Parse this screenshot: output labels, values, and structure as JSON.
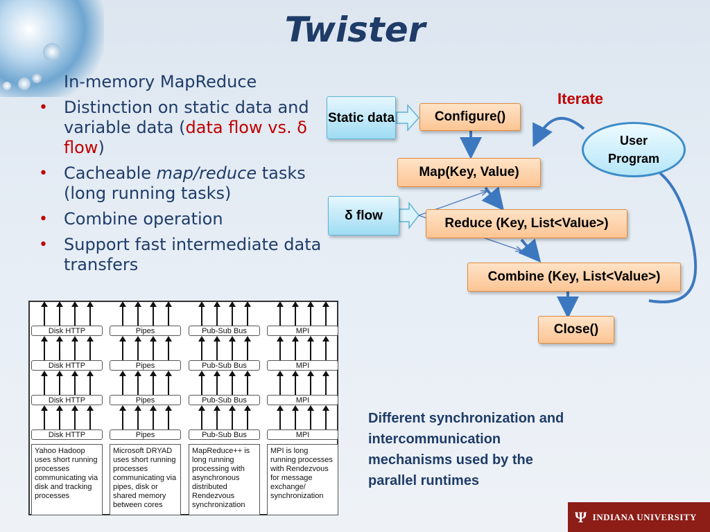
{
  "slide": {
    "title": "Twister",
    "bullets": [
      {
        "parts": [
          {
            "text": "In-memory MapReduce",
            "style": "normal"
          }
        ]
      },
      {
        "parts": [
          {
            "text": "Distinction on static data and variable data (",
            "style": "normal"
          },
          {
            "text": "data flow vs. δ flow",
            "style": "red"
          },
          {
            "text": ")",
            "style": "normal"
          }
        ]
      },
      {
        "parts": [
          {
            "text": "Cacheable ",
            "style": "normal"
          },
          {
            "text": "map/reduce",
            "style": "italic"
          },
          {
            "text": " tasks (long running tasks)",
            "style": "normal"
          }
        ]
      },
      {
        "parts": [
          {
            "text": "Combine operation",
            "style": "normal"
          }
        ]
      },
      {
        "parts": [
          {
            "text": "Support fast intermediate data transfers",
            "style": "normal"
          }
        ]
      }
    ],
    "bullet_glyph": "•"
  },
  "diagram": {
    "static_data": "Static data",
    "delta_flow": "δ flow",
    "configure": "Configure()",
    "map": "Map(Key, Value)",
    "reduce": "Reduce (Key, List<Value>)",
    "combine": "Combine (Key, List<Value>)",
    "close": "Close()",
    "user_program": "User Program",
    "iterate": "Iterate"
  },
  "figure": {
    "columns": [
      {
        "band": "Disk HTTP",
        "description": "Yahoo Hadoop uses short running processes communicating via disk and tracking processes"
      },
      {
        "band": "Pipes",
        "description": "Microsoft DRYAD uses short running processes communicating via pipes, disk or shared memory between cores"
      },
      {
        "band": "Pub-Sub Bus",
        "description": "MapReduce++ is long running processing with asynchronous distributed Rendezvous synchronization"
      },
      {
        "band": "MPI",
        "description": "MPI is long running processes with Rendezvous for message exchange/ synchronization"
      }
    ]
  },
  "caption": "Different synchronization and intercommunication mechanisms used by the parallel runtimes",
  "logo": {
    "text": "INDIANA UNIVERSITY",
    "icon": "iu-trident-icon"
  },
  "colors": {
    "title": "#1f3c68",
    "accent_red": "#c00000",
    "box_orange": "#fcc594",
    "box_blue": "#9fdcf3",
    "arrow_blue": "#3c78c0",
    "logo_bg": "#8c1d17"
  }
}
